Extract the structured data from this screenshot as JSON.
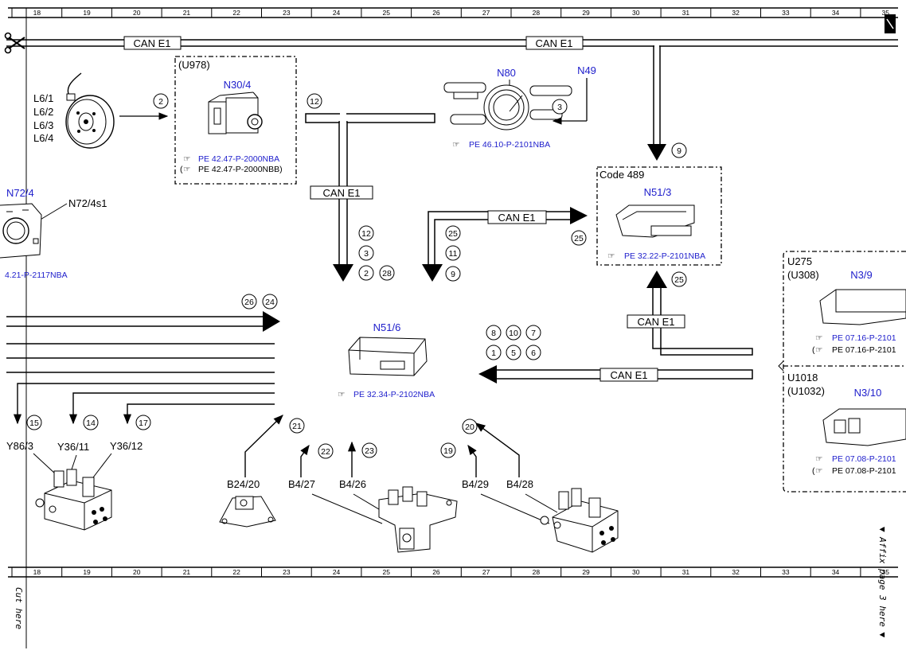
{
  "grid_columns": [
    "18",
    "19",
    "20",
    "21",
    "22",
    "23",
    "24",
    "25",
    "26",
    "27",
    "28",
    "29",
    "30",
    "31",
    "32",
    "33",
    "34",
    "35"
  ],
  "bus_labels": {
    "top_left": "CAN E1",
    "top_right": "CAN E1",
    "center_vertical": "CAN E1",
    "to_n51_3": "CAN E1",
    "right_upper": "CAN E1",
    "right_lower": "CAN E1"
  },
  "components": {
    "n30_4": {
      "code": "(U978)",
      "name": "N30/4",
      "ref1": "PE 42.47-P-2000NBA",
      "ref2_open": "(",
      "ref2": "PE 42.47-P-2000NBB)"
    },
    "wheel_sensors": [
      "L6/1",
      "L6/2",
      "L6/3",
      "L6/4"
    ],
    "n80": {
      "name": "N80",
      "ref": "PE 46.10-P-2101NBA"
    },
    "n49": {
      "name": "N49"
    },
    "n51_3": {
      "code": "Code 489",
      "name": "N51/3",
      "ref": "PE 32.22-P-2101NBA"
    },
    "n72_4": {
      "name": "N72/4",
      "sub": "N72/4s1",
      "ref": "4.21-P-2117NBA"
    },
    "n51_6": {
      "name": "N51/6",
      "ref": "PE 32.34-P-2102NBA"
    },
    "n3_9": {
      "code1": "U275",
      "code2": "(U308)",
      "name": "N3/9",
      "ref1": "PE 07.16-P-2101",
      "ref2_open": "(",
      "ref2": "PE 07.16-P-2101"
    },
    "n3_10": {
      "code1": "U1018",
      "code2": "(U1032)",
      "name": "N3/10",
      "ref1": "PE 07.08-P-2101",
      "ref2_open": "(",
      "ref2": "PE 07.08-P-2101"
    },
    "valves": [
      "Y86/3",
      "Y36/11",
      "Y36/12"
    ],
    "sensors": [
      "B24/20",
      "B4/27",
      "B4/26",
      "B4/29",
      "B4/28"
    ]
  },
  "signal_numbers": {
    "wheel": "2",
    "n30_bus": "12",
    "n49": "3",
    "bus_down": "9",
    "center_stack": [
      "12",
      "3",
      "2",
      "28"
    ],
    "mid_stack": [
      "25",
      "11",
      "9"
    ],
    "n51_3_in": "25",
    "n51_3_up": "25",
    "left_bus": [
      "26",
      "24"
    ],
    "n51_6_top": [
      "8",
      "10",
      "7"
    ],
    "n51_6_bottom": [
      "1",
      "5",
      "6"
    ],
    "valves": [
      "15",
      "14",
      "17"
    ],
    "sensors": [
      "21",
      "22",
      "23",
      "19",
      "20"
    ]
  },
  "margin_text": {
    "cut_here": "Cut here",
    "affix": "▼ Affix page 3 here ▼"
  }
}
